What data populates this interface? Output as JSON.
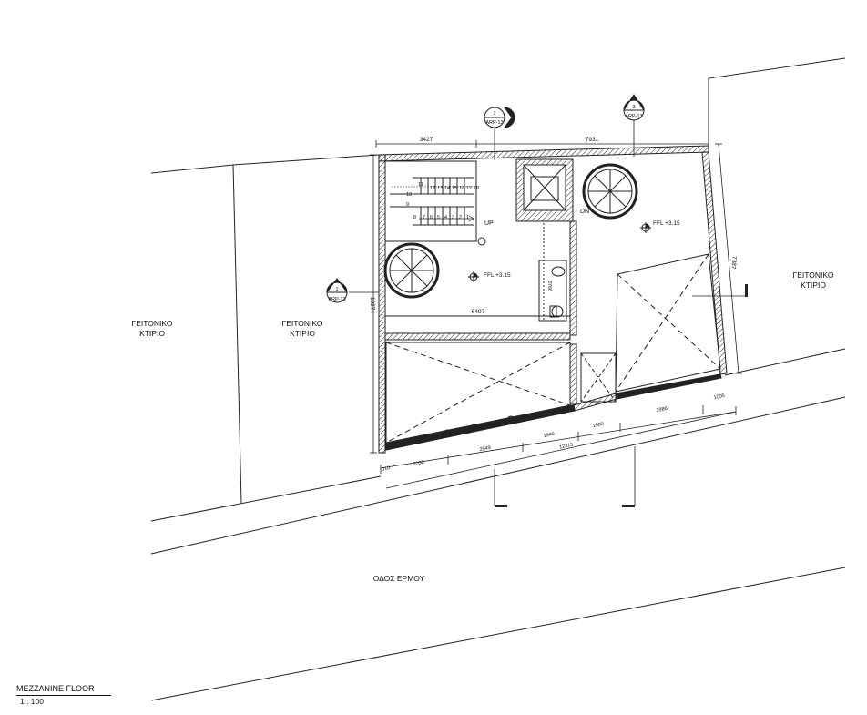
{
  "labels": {
    "neighbor_far_left": [
      "ΓΕΙΤΟΝΙΚΟ",
      "ΚΤΙΡΙΟ"
    ],
    "neighbor_left": [
      "ΓΕΙΤΟΝΙΚΟ",
      "ΚΤΙΡΙΟ"
    ],
    "neighbor_right": [
      "ΓΕΙΤΟΝΙΚΟ",
      "ΚΤΙΡΙΟ"
    ],
    "street": "ΟΔΟΣ ΕΡΜΟΥ",
    "up": "UP",
    "down": "DN",
    "ffl_left": "FFL +3.15",
    "ffl_right": "FFL +3.15"
  },
  "dimensions": {
    "top_left": "3427",
    "top_right": "7931",
    "left_side": "10274",
    "right_side": "7887",
    "inner_width": "6497",
    "corridor": "3766",
    "bottom_segments": [
      "010",
      "2030",
      "2549",
      "1940",
      "1500",
      "2986",
      "1005"
    ],
    "bottom_total": "12315"
  },
  "stair_numbers": {
    "upper_row": [
      "11",
      "12",
      "13",
      "14",
      "15",
      "16",
      "17",
      "18"
    ],
    "mid": [
      "10",
      "9"
    ],
    "lower_row": [
      "8",
      "7",
      "6",
      "5",
      "4",
      "3",
      "2",
      "1"
    ]
  },
  "section_markers": [
    {
      "number": "1",
      "ref": "ARP-13"
    },
    {
      "number": "2",
      "ref": "ARP-13"
    },
    {
      "number": "3",
      "ref": "ARP-13"
    }
  ],
  "title": {
    "name": "MEZZANINE FLOOR",
    "scale": "1 : 100"
  }
}
